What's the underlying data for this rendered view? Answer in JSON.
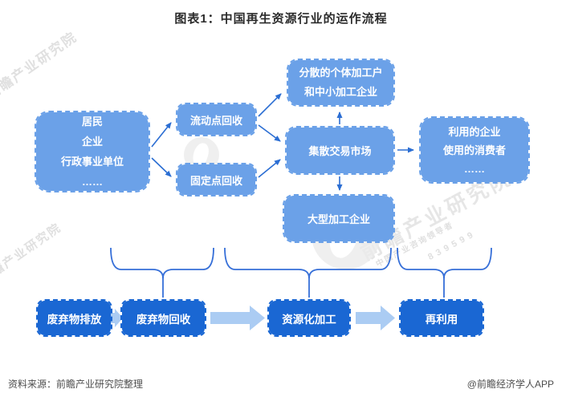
{
  "title": "图表1：中国再生资源行业的运作流程",
  "flow": {
    "source": {
      "lines": [
        "居民",
        "企业",
        "行政事业单位",
        "……"
      ]
    },
    "mobile_recycle": {
      "label": "流动点回收"
    },
    "fixed_recycle": {
      "label": "固定点回收"
    },
    "small_processors": {
      "lines": [
        "分散的个体加工户",
        "和中小加工企业"
      ]
    },
    "market": {
      "label": "集散交易市场"
    },
    "large_processors": {
      "label": "大型加工企业"
    },
    "users": {
      "lines": [
        "利用的企业",
        "使用的消费者",
        "……"
      ]
    }
  },
  "stages": [
    {
      "label": "废弃物排放"
    },
    {
      "label": "废弃物回收"
    },
    {
      "label": "资源化加工"
    },
    {
      "label": "再利用"
    }
  ],
  "footer": {
    "source": "资料来源：前瞻产业研究院整理",
    "credit": "@前瞻经济学人APP"
  },
  "watermarks": {
    "brand": "前瞻产业研究院",
    "tagline": "中国产业咨询领导者",
    "stock_code": "839599"
  },
  "colors": {
    "light_box": "#6ba1e8",
    "dark_box": "#1a67d3",
    "connector": "#2b6ed3",
    "block_arrow": "#abccf3",
    "title_text": "#2b2b2b",
    "footer_text": "#4d4d4d",
    "box_text": "#ffffff"
  }
}
